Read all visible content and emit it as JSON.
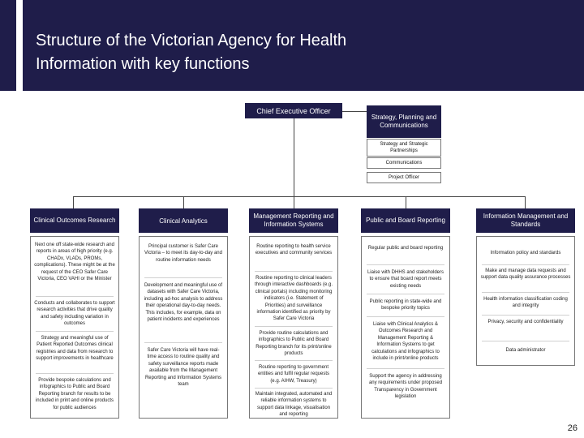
{
  "title": "Structure of the Victorian Agency for Health\nInformation with key functions",
  "ceo": "Chief Executive Officer",
  "strategy": {
    "head": "Strategy, Planning and Communications",
    "items": [
      "Strategy and Strategic Partnerships",
      "Communications",
      "Project Officer"
    ]
  },
  "columns": [
    {
      "head": "Clinical Outcomes Research",
      "items": [
        "Next one off state-wide research and reports in areas of high priority (e.g. CHADx, VLADs, PROMs, complications). These might be at the request of the CEO Safer Care Victoria, CEO VAHI or the Minister",
        "Conducts and collaborates to support research activities that drive quality and safety including variation in outcomes",
        "Strategy and meaningful use of Patient Reported Outcomes clinical registries and data from research to support improvements in healthcare",
        "Provide bespoke calculations and infographics to Public and Board Reporting branch for results to be included in print and online products for public audiences"
      ]
    },
    {
      "head": "Clinical Analytics",
      "items": [
        "Principal customer is Safer Care Victoria – to meet its day-to-day and routine information needs",
        "Development and meaningful use of datasets with Safer Care Victoria, including ad-hoc analysis to address their operational day-to-day needs. This includes, for example, data on patient incidents and experiences",
        "Safer Care Victoria will have real-time access to routine quality and safety surveillance reports made available from the Management Reporting and Information Systems team"
      ]
    },
    {
      "head": "Management Reporting and Information Systems",
      "items": [
        "Routine reporting to health service executives and community services",
        "Routine reporting to clinical leaders through interactive dashboards (e.g. clinical portals) including monitoring indicators (i.e. Statement of Priorities) and surveillance information identified as priority by Safer Care Victoria",
        "Provide routine calculations and infographics to Public and Board Reporting branch for its print/online products",
        "Routine reporting to government entities and fulfil regular requests (e.g. AIHW, Treasury)",
        "Maintain integrated, automated and reliable information systems to support data linkage, visualisation and reporting"
      ]
    },
    {
      "head": "Public and Board Reporting",
      "items": [
        "Regular public and board reporting",
        "Liaise with DHHS and stakeholders to ensure that board report meets existing needs",
        "Public reporting in state-wide and bespoke priority topics",
        "Liaise with Clinical Analytics & Outcomes Research and Management Reporting & Information Systems to get calculations and infographics to include in print/online products",
        "Support the agency in addressing any requirements under proposed Transparency in Government legislation"
      ]
    },
    {
      "head": "Information Management and Standards",
      "items": [
        "Information policy and standards",
        "Make and manage data requests and support data quality assurance processes",
        "Health information classification coding and integrity",
        "Privacy, security and confidentiality",
        "Data administrator"
      ]
    }
  ],
  "page_number": "26"
}
